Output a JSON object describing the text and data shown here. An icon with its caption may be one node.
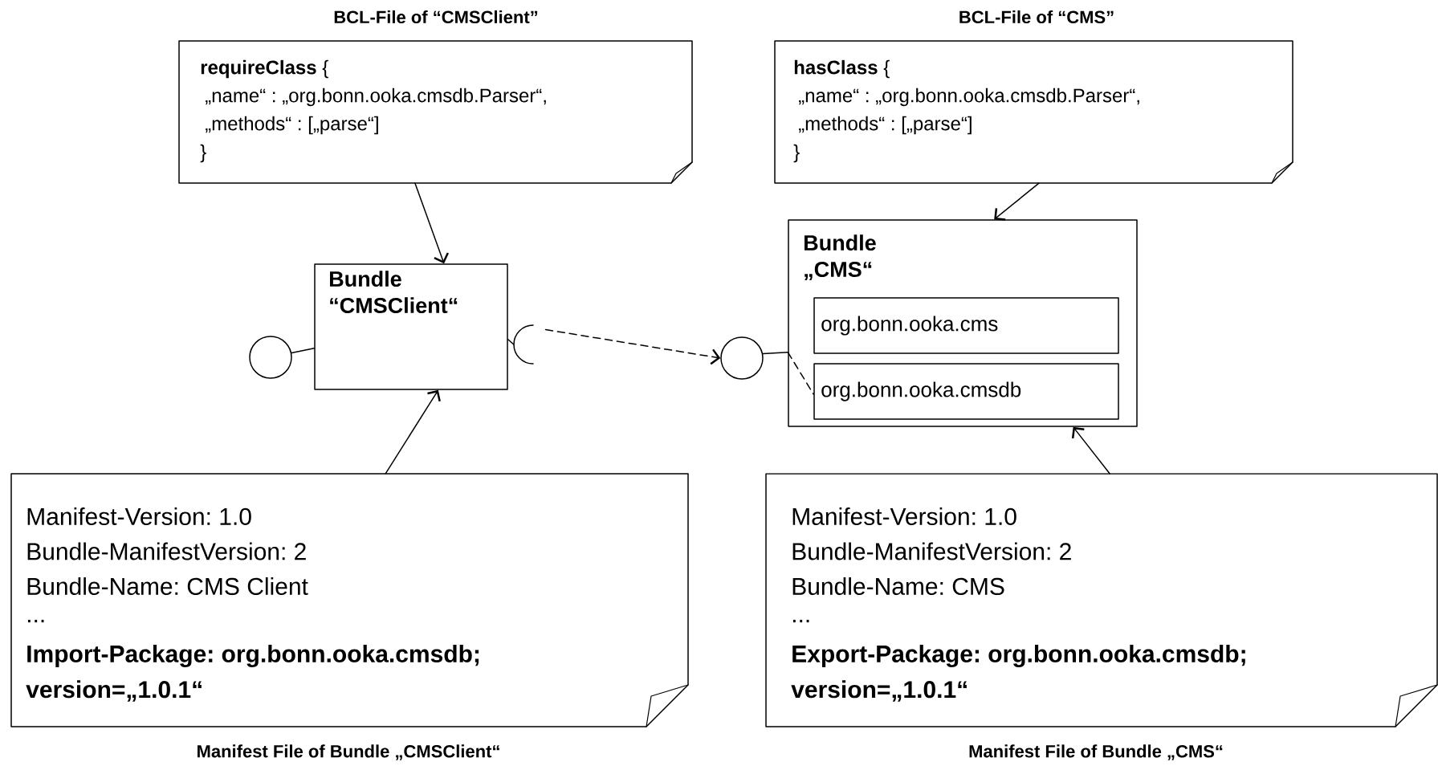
{
  "diagram": {
    "nodes": [
      {
        "text": [
          "BCL-File of “CMSClient”",
          "**requireClass** {",
          "„name“ : „org.bonn.ooka.cmsdb.Parser“,",
          "„methods“ : [„parse“]",
          "}"
        ]
      },
      {
        "text": [
          "BCL-File of “CMS”",
          "**hasClass** {",
          "„name“ : „org.bonn.ooka.cmsdb.Parser“,",
          "„methods“ : [„parse“]",
          "}"
        ]
      },
      {
        "text": [
          "Bundle “CMSClient“"
        ]
      },
      {
        "text": [
          "Bundle „CMS“"
        ]
      },
      {
        "text": [
          "org.bonn.ooka.cms"
        ],
        "in": 3
      },
      {
        "text": [
          "org.bonn.ooka.cmsdb"
        ],
        "in": 3
      },
      {
        "text": [],
        "shape": "circle"
      },
      {
        "text": [],
        "shape": "arc"
      },
      {
        "text": [],
        "shape": "circle"
      },
      {
        "text": [
          "Manifest-Version: 1.0",
          "Bundle-ManifestVersion: 2",
          "Bundle-Name: CMS Client",
          "...",
          "Import-Package: org.bonn.ooka.cmsdb;",
          "version=„1.0.1“",
          "Manifest File of Bundle „CMSClient“"
        ]
      },
      {
        "text": [
          "Manifest-Version: 1.0",
          "Bundle-ManifestVersion: 2",
          "Bundle-Name: CMS",
          "...",
          "Export-Package: org.bonn.ooka.cmsdb;",
          "version=„1.0.1“",
          "Manifest File of Bundle „CMS“"
        ]
      }
    ],
    "edges": [
      {
        "from": 0,
        "to": 2,
        "arrow": "to"
      },
      {
        "from": 1,
        "to": 3,
        "arrow": "to"
      },
      {
        "from": 9,
        "to": 2,
        "arrow": "to"
      },
      {
        "from": 10,
        "to": 3,
        "arrow": "to"
      },
      {
        "from": 6,
        "to": 2,
        "arrow": "none"
      },
      {
        "from": 2,
        "to": 7,
        "arrow": "none"
      },
      {
        "from": 7,
        "to": 8,
        "arrow": "to",
        "style": "dashed"
      },
      {
        "from": 8,
        "to": 3,
        "arrow": "none"
      },
      {
        "from": 3,
        "to": 5,
        "arrow": "none",
        "style": "dashed"
      }
    ]
  }
}
